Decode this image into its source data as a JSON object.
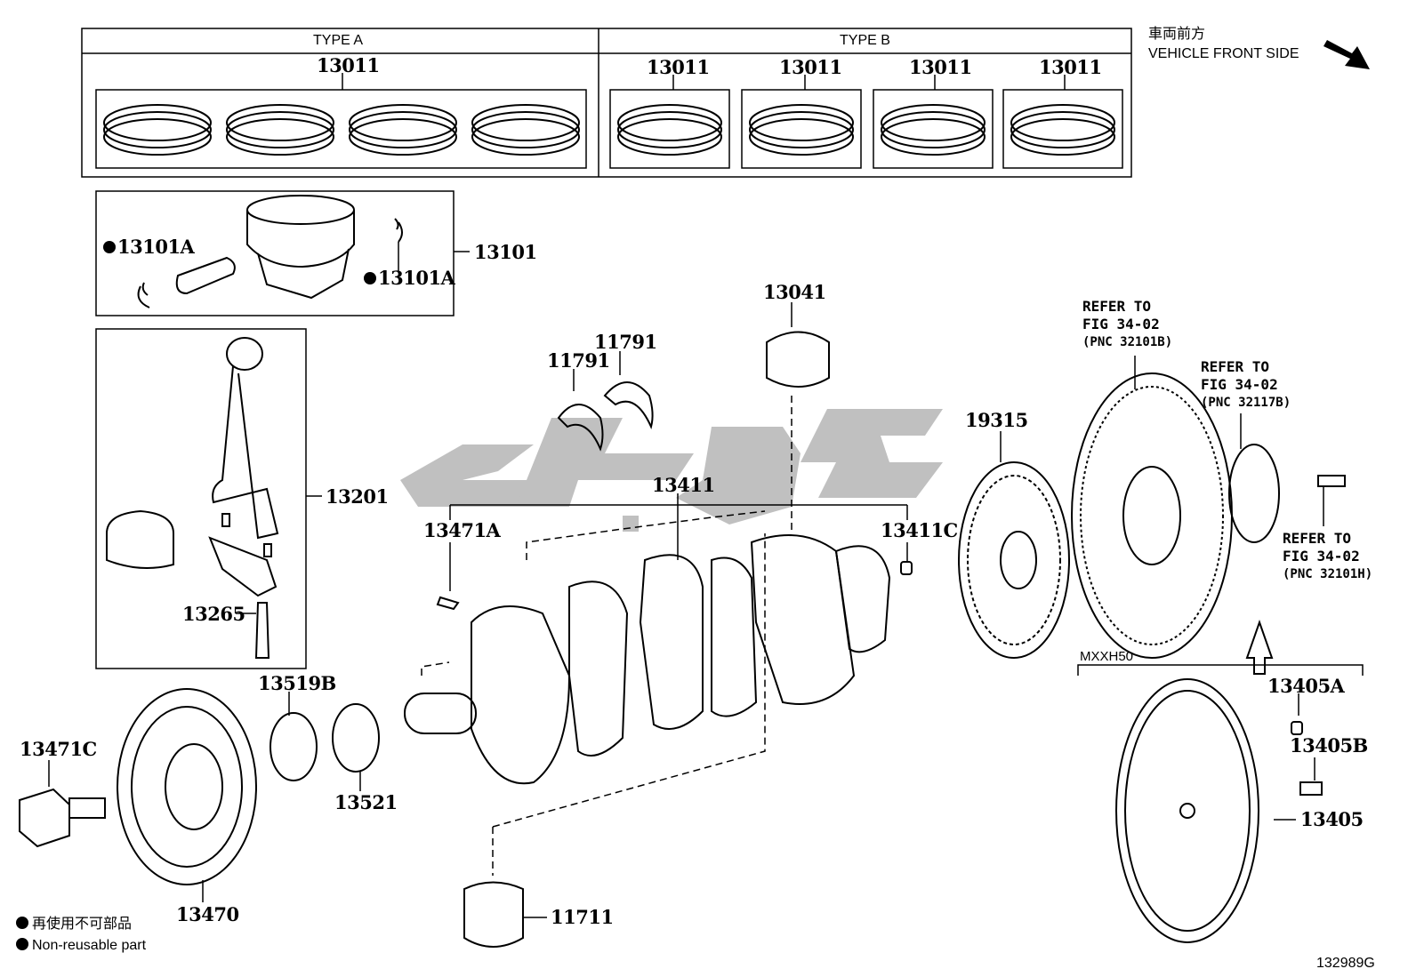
{
  "header": {
    "type_a": "TYPE A",
    "type_b": "TYPE B",
    "front_jp": "車両前方",
    "front_en": "VEHICLE FRONT SIDE"
  },
  "parts": {
    "ring_a": "13011",
    "ring_b1": "13011",
    "ring_b2": "13011",
    "ring_b3": "13011",
    "ring_b4": "13011",
    "snap_left": "13101A",
    "snap_right": "13101A",
    "piston": "13101",
    "rod": "13201",
    "rod_bolt": "13265",
    "thrust_1": "11791",
    "thrust_2": "11791",
    "bearing_upper": "13041",
    "crank": "13411",
    "key": "13471A",
    "pin": "13411C",
    "timing_gear": "19315",
    "gear_13519b": "13519B",
    "gear_13521": "13521",
    "bolt_13471c": "13471C",
    "pulley": "13470",
    "bearing_lower": "11711",
    "pin_13405a": "13405A",
    "bolt_13405b": "13405B",
    "flywheel": "13405"
  },
  "refs": {
    "r1": [
      "REFER TO",
      "FIG 34-02",
      "(PNC 32101B)"
    ],
    "r2": [
      "REFER TO",
      "FIG 34-02",
      "(PNC 32117B)"
    ],
    "r3": [
      "REFER TO",
      "FIG 34-02",
      "(PNC 32101H)"
    ]
  },
  "model_code": "MXXH50",
  "legend": {
    "jp": "再使用不可部品",
    "en": "Non-reusable part"
  },
  "figure_id": "132989G",
  "watermark_color": "#bdbdbd"
}
